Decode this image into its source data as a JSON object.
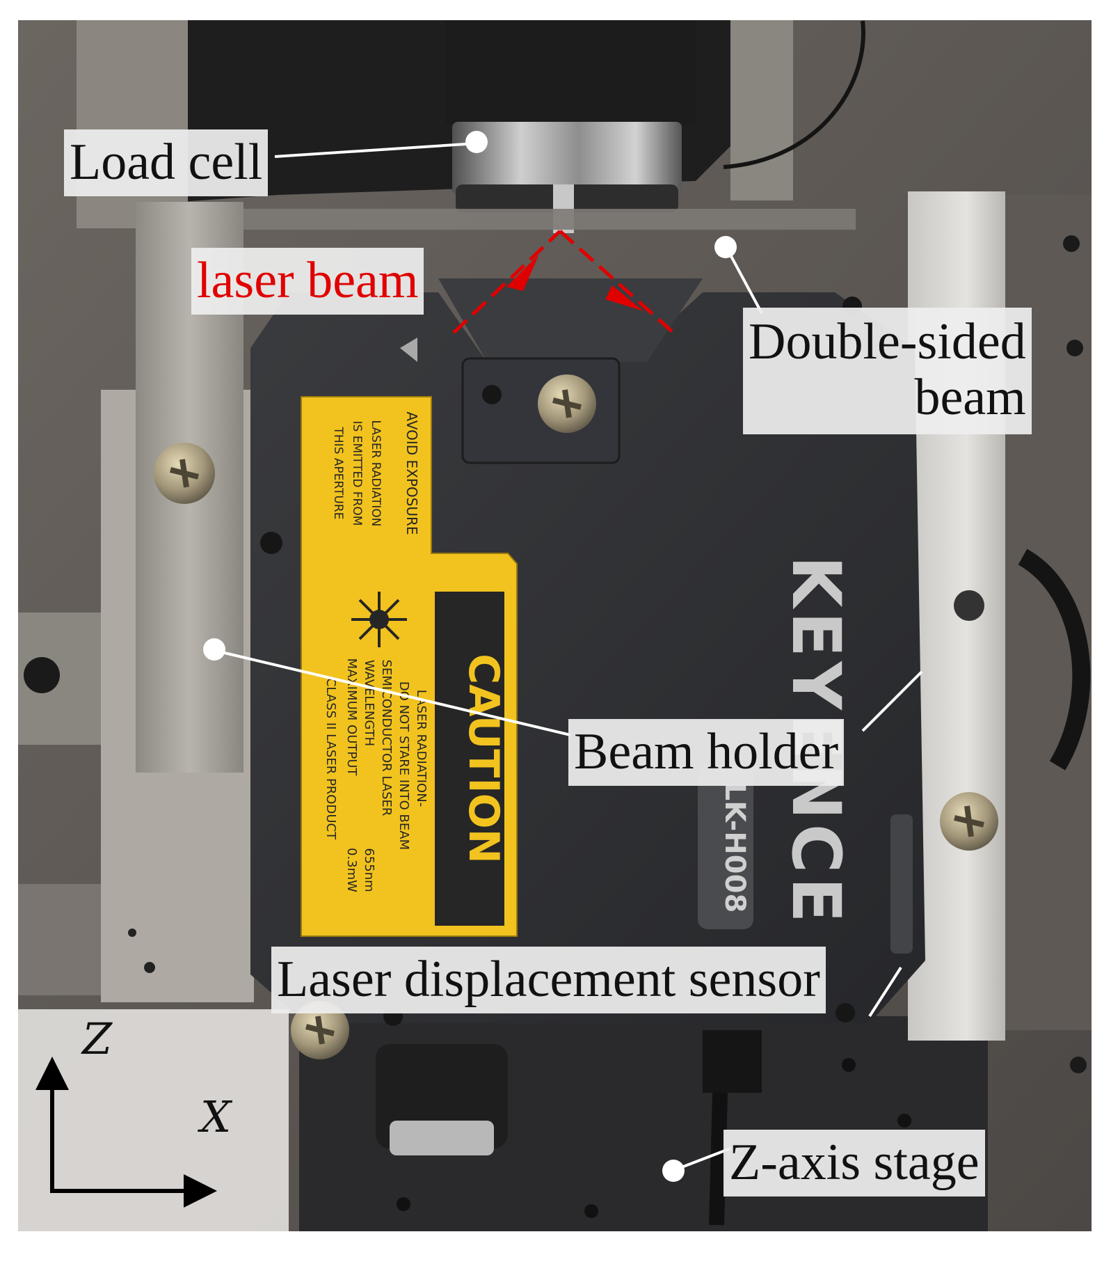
{
  "photo": {
    "sticker_texts": {
      "caution": "CAUTION",
      "avoid": "AVOID EXPOSURE",
      "left_lines": [
        "LASER RADIATION",
        "IS EMITTED FROM",
        "THIS APERTURE"
      ],
      "right_lines": [
        "LASER RADIATION-",
        "DO NOT STARE INTO BEAM",
        "SEMICONDUCTOR LASER",
        "WAVELENGTH",
        "MAXIMUM OUTPUT",
        "CLASS II LASER PRODUCT"
      ],
      "specs": [
        "655nm",
        "0.3mW"
      ]
    },
    "brand": "KEYENCE",
    "model": "LK-H008"
  },
  "labels": {
    "load_cell": "Load cell",
    "laser_beam": "laser beam",
    "double_sided_beam": [
      "Double-sided",
      "beam"
    ],
    "beam_holder": "Beam holder",
    "laser_sensor": "Laser displacement sensor",
    "z_axis_stage": "Z-axis stage"
  },
  "axes": {
    "vertical": "Z",
    "horizontal": "X"
  },
  "colors": {
    "laser": "#e00000",
    "sticker_yellow": "#f2c31f",
    "sensor_body": "#2f3033",
    "label_bg": "#eeeeee"
  }
}
